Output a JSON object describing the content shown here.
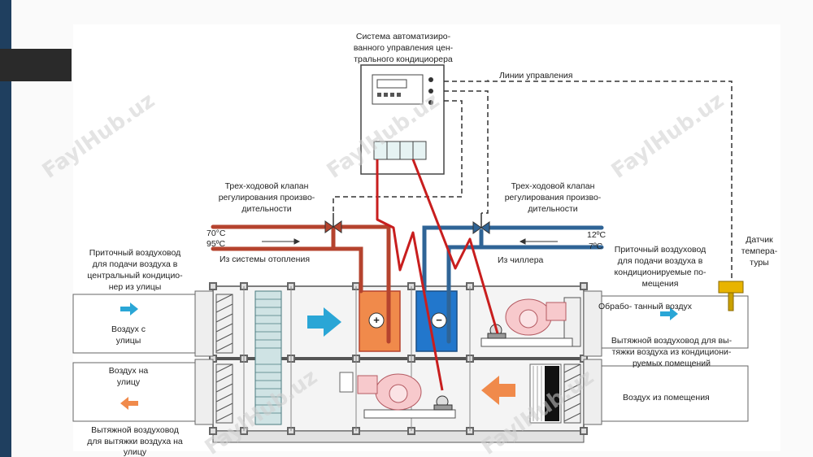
{
  "controller": {
    "title_lines": [
      "Система автоматизиро-",
      "ванного управления цен-",
      "трального кондициорера"
    ]
  },
  "control_lines_label": "Линии управления",
  "valve_left": {
    "lines": [
      "Трех-ходовой клапан",
      "регулирования произво-",
      "дительности"
    ]
  },
  "valve_right": {
    "lines": [
      "Трех-ходовой клапан",
      "регулирования произво-",
      "дительности"
    ]
  },
  "heating": {
    "temp_supply": "70°C",
    "temp_return": "95ºC",
    "source_label": "Из системы отопления"
  },
  "chiller": {
    "temp_supply": "12ºC",
    "temp_return": "7ºC",
    "source_label": "Из чиллера"
  },
  "sensor": {
    "lines": [
      "Датчик",
      "темпера-",
      "туры"
    ]
  },
  "supply_inlet_duct": {
    "lines": [
      "Приточный воздуховод",
      "для подачи воздуха в",
      "центральный кондицио-",
      "нер из улицы"
    ]
  },
  "supply_outlet_duct": {
    "lines": [
      "Приточный воздуховод",
      "для подачи воздуха в",
      "кондиционируемые по-",
      "мещения"
    ]
  },
  "exhaust_in_duct": {
    "lines": [
      "Вытяжной воздуховод для вы-",
      "тяжки воздуха из кондициони-",
      "руемых помещений"
    ]
  },
  "exhaust_out_duct": {
    "lines": [
      "Вытяжной воздуховод",
      "для вытяжки воздуха на",
      "улицу"
    ]
  },
  "air_from_street": {
    "lines": [
      "Воздух с",
      "улицы"
    ]
  },
  "air_to_street": {
    "lines": [
      "Воздух на",
      "улицу"
    ]
  },
  "treated_air": "Обрабо- танный воздух",
  "room_air": "Воздух из помещения",
  "heater_symbol": "+",
  "cooler_symbol": "−",
  "watermark": "FaylHub.uz",
  "colors": {
    "heating_pipe": "#b5432e",
    "cooling_pipe": "#2f6496",
    "control_wire": "#c81e1e",
    "heater": "#f08a4b",
    "cooler": "#2277cc",
    "arrow_supply": "#2aa6d6",
    "arrow_exhaust": "#f08a4b",
    "sensor": "#e8b400"
  }
}
